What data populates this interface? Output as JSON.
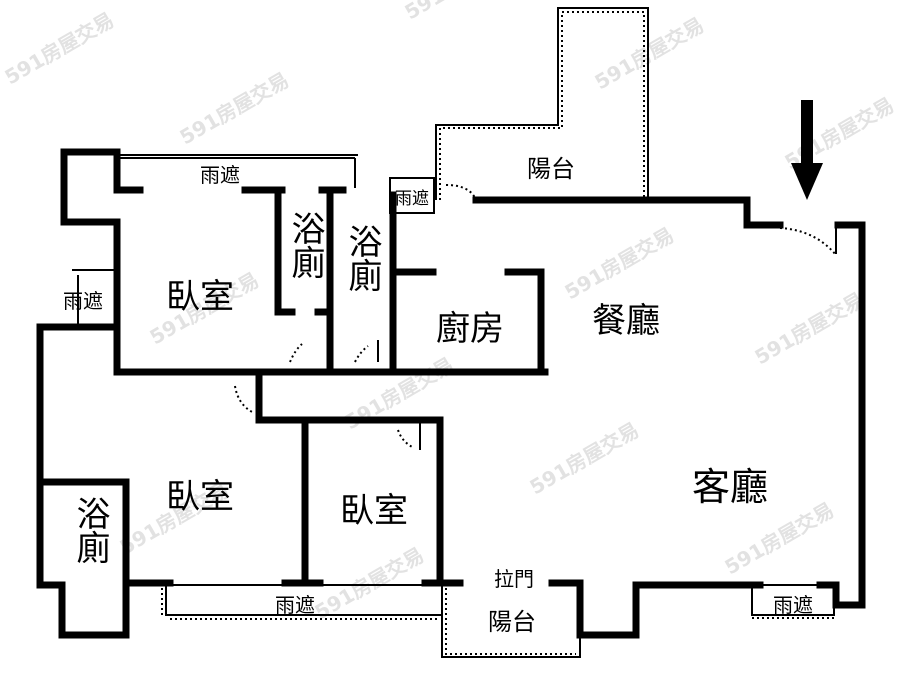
{
  "floor_plan": {
    "rooms": {
      "living_room": "客廳",
      "dining_room": "餐廳",
      "kitchen": "廚房",
      "bedroom_top": "臥室",
      "bedroom_bottom_left": "臥室",
      "bedroom_bottom_mid": "臥室",
      "bathroom_1": "浴廁",
      "bathroom_2": "浴廁",
      "bathroom_3": "浴廁",
      "balcony_top": "陽台",
      "balcony_bottom": "陽台"
    },
    "canopies": {
      "top": "雨遮",
      "left": "雨遮",
      "small_top": "雨遮",
      "bottom": "雨遮",
      "bottom_right": "雨遮"
    },
    "sliding_door": "拉門",
    "entrance_arrow": "entrance-arrow",
    "watermark": "591房屋交易",
    "colors": {
      "wall": "#000000",
      "background": "#ffffff",
      "watermark": "#d9d9d9"
    }
  }
}
